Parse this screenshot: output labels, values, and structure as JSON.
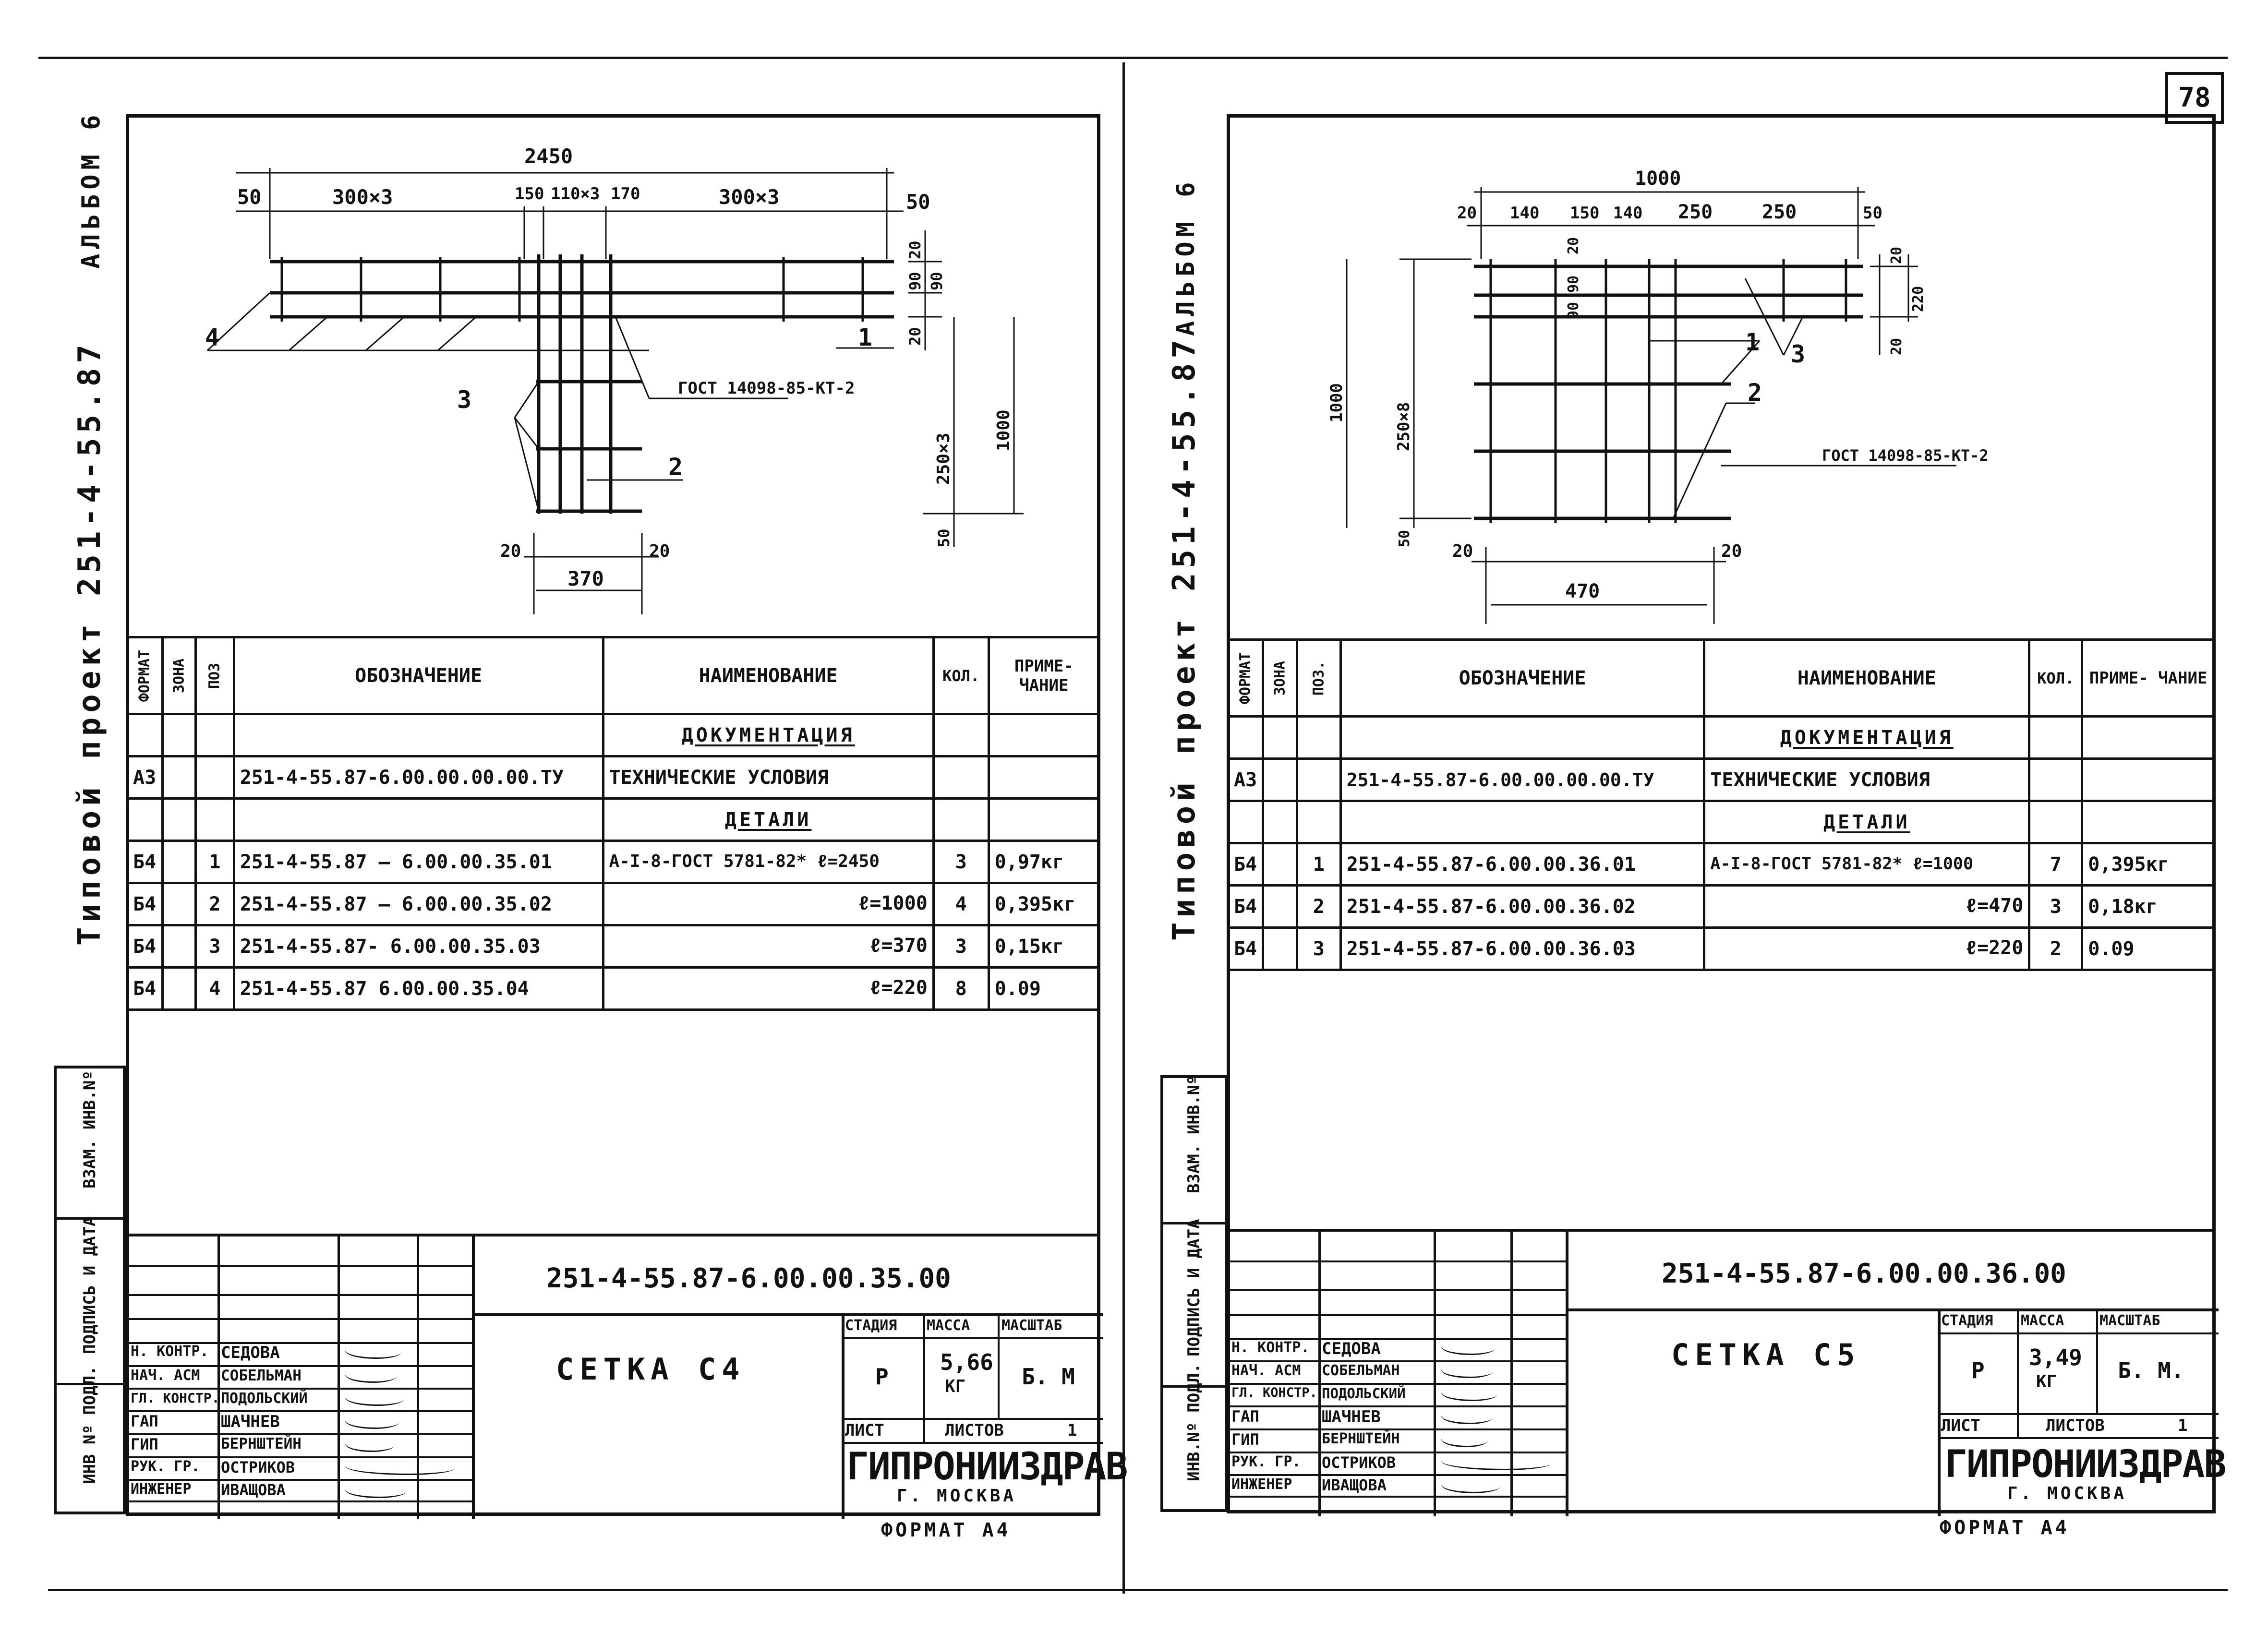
{
  "page_number": "78",
  "sheets": [
    {
      "album": "АЛЬБОМ 6",
      "project": "Типовой проект 251-4-55.87",
      "side": [
        "ИНВ Nº ПОДЛ.",
        "ПОДПИСЬ И ДАТА",
        "ВЗАМ. ИНВ.Nº"
      ],
      "dims": {
        "total": "2450",
        "left_margin": "50",
        "seg1": "300×3",
        "seg2": "150",
        "seg3": "110×3",
        "seg4": "170",
        "seg5": "300×3",
        "right_margin": "50",
        "v_top": "20",
        "v_90a": "90",
        "v_90b": "90",
        "v_bot": "20",
        "v_250": "250×3",
        "v_1000": "1000",
        "v_50": "50",
        "bot_20a": "20",
        "bot_20b": "20",
        "bot_370": "370",
        "callout_1": "1",
        "callout_2": "2",
        "callout_3": "3",
        "callout_4": "4",
        "gost": "ГОСТ 14098-85-КТ-2"
      },
      "spec": {
        "headers": [
          "ФОРМАТ",
          "ЗОНА",
          "ПОЗ",
          "ОБОЗНАЧЕНИЕ",
          "НАИМЕНОВАНИЕ",
          "КОЛ.",
          "ПРИМЕ- ЧАНИЕ"
        ],
        "section_doc": "ДОКУМЕНТАЦИЯ",
        "doc_row": {
          "format": "А3",
          "designation": "251-4-55.87-6.00.00.00.00.ТУ",
          "name": "ТЕХНИЧЕСКИЕ УСЛОВИЯ"
        },
        "section_parts": "ДЕТАЛИ",
        "rows": [
          {
            "format": "Б4",
            "pos": "1",
            "designation": "251-4-55.87 – 6.00.00.35.01",
            "name": "А-I-8-ГОСТ 5781-82* ℓ=2450",
            "qty": "3",
            "note": "0,97кг"
          },
          {
            "format": "Б4",
            "pos": "2",
            "designation": "251-4-55.87 – 6.00.00.35.02",
            "name": "ℓ=1000",
            "qty": "4",
            "note": "0,395кг"
          },
          {
            "format": "Б4",
            "pos": "3",
            "designation": "251-4-55.87- 6.00.00.35.03",
            "name": "ℓ=370",
            "qty": "3",
            "note": "0,15кг"
          },
          {
            "format": "Б4",
            "pos": "4",
            "designation": "251-4-55.87 6.00.00.35.04",
            "name": "ℓ=220",
            "qty": "8",
            "note": "0.09"
          }
        ]
      },
      "stamp": {
        "code": "251-4-55.87-6.00.00.35.00",
        "title": "СЕТКА С4",
        "people": [
          {
            "role": "Н. КОНТР.",
            "name": "СЕДОВА"
          },
          {
            "role": "НАЧ. АСМ",
            "name": "СОБЕЛЬМАН"
          },
          {
            "role": "ГЛ. КОНСТР.",
            "name": "ПОДОЛЬСКИЙ"
          },
          {
            "role": "ГАП",
            "name": "ШАЧНЕВ"
          },
          {
            "role": "ГИП",
            "name": "БЕРНШТЕЙН"
          },
          {
            "role": "РУК. ГР.",
            "name": "ОСТРИКОВ"
          },
          {
            "role": "ИНЖЕНЕР",
            "name": "ИВАЩОВА"
          }
        ],
        "stage_h": "СТАДИЯ",
        "mass_h": "МАССА",
        "scale_h": "МАСШТАБ",
        "stage": "Р",
        "mass": "5,66",
        "mass_unit": "КГ",
        "scale": "Б. М",
        "sheet_h": "ЛИСТ",
        "sheets_h": "ЛИСТОВ",
        "sheets": "1",
        "org": "ГИПРОНИИЗДРАВ",
        "city": "Г. МОСКВА",
        "format": "ФОРМАТ А4"
      }
    },
    {
      "album": "АЛЬБОМ 6",
      "project": "Типовой проект 251-4-55.87",
      "side": [
        "ИНВ.Nº ПОДЛ.",
        "ПОДПИСЬ И ДАТА",
        "ВЗАМ. ИНВ.Nº"
      ],
      "dims": {
        "total": "1000",
        "d20": "20",
        "d140a": "140",
        "d150": "150",
        "d140b": "140",
        "d250a": "250",
        "d250b": "250",
        "right_margin": "50",
        "v_20": "20",
        "v_90a": "90",
        "v_90b": "90",
        "v_220": "220",
        "v_20b": "20",
        "v_1000": "1000",
        "v_250": "250×8",
        "v_50": "50",
        "bot_20a": "20",
        "bot_20b": "20",
        "bot_470": "470",
        "callout_1": "1",
        "callout_2": "2",
        "callout_3": "3",
        "gost": "ГОСТ 14098-85-КТ-2"
      },
      "spec": {
        "headers": [
          "ФОРМАТ",
          "ЗОНА",
          "ПОЗ.",
          "ОБОЗНАЧЕНИЕ",
          "НАИМЕНОВАНИЕ",
          "КОЛ.",
          "ПРИМЕ- ЧАНИЕ"
        ],
        "section_doc": "ДОКУМЕНТАЦИЯ",
        "doc_row": {
          "format": "А3",
          "designation": "251-4-55.87-6.00.00.00.00.ТУ",
          "name": "ТЕХНИЧЕСКИЕ УСЛОВИЯ"
        },
        "section_parts": "ДЕТАЛИ",
        "rows": [
          {
            "format": "Б4",
            "pos": "1",
            "designation": "251-4-55.87-6.00.00.36.01",
            "name": "А-I-8-ГОСТ 5781-82* ℓ=1000",
            "qty": "7",
            "note": "0,395кг"
          },
          {
            "format": "Б4",
            "pos": "2",
            "designation": "251-4-55.87-6.00.00.36.02",
            "name": "ℓ=470",
            "qty": "3",
            "note": "0,18кг"
          },
          {
            "format": "Б4",
            "pos": "3",
            "designation": "251-4-55.87-6.00.00.36.03",
            "name": "ℓ=220",
            "qty": "2",
            "note": "0.09"
          }
        ]
      },
      "stamp": {
        "code": "251-4-55.87-6.00.00.36.00",
        "title": "СЕТКА С5",
        "people": [
          {
            "role": "Н. КОНТР.",
            "name": "СЕДОВА"
          },
          {
            "role": "НАЧ. АСМ",
            "name": "СОБЕЛЬМАН"
          },
          {
            "role": "ГЛ. КОНСТР.",
            "name": "ПОДОЛЬСКИЙ"
          },
          {
            "role": "ГАП",
            "name": "ШАЧНЕВ"
          },
          {
            "role": "ГИП",
            "name": "БЕРНШТЕЙН"
          },
          {
            "role": "РУК. ГР.",
            "name": "ОСТРИКОВ"
          },
          {
            "role": "ИНЖЕНЕР",
            "name": "ИВАЩОВА"
          }
        ],
        "stage_h": "СТАДИЯ",
        "mass_h": "МАССА",
        "scale_h": "МАСШТАБ",
        "stage": "Р",
        "mass": "3,49",
        "mass_unit": "КГ",
        "scale": "Б. М.",
        "sheet_h": "ЛИСТ",
        "sheets_h": "ЛИСТОВ",
        "sheets": "1",
        "org": "ГИПРОНИИЗДРАВ",
        "city": "Г. МОСКВА",
        "format": "ФОРМАТ А4"
      }
    }
  ]
}
